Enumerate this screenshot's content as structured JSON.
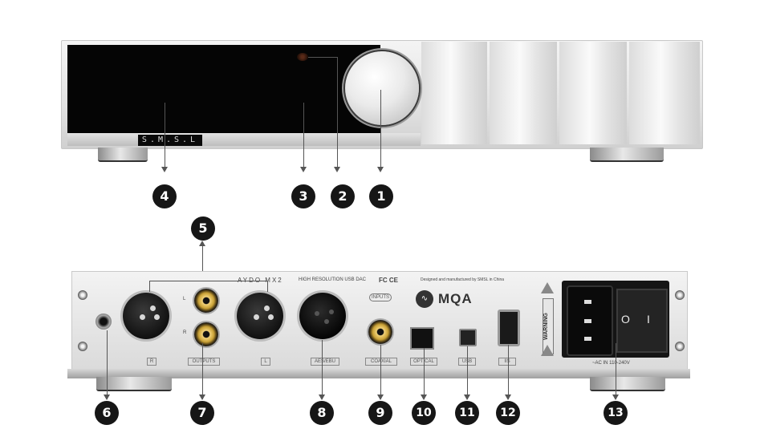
{
  "front": {
    "logo": "S.M.S.L"
  },
  "rear": {
    "model_text": "AYDO MX2",
    "subtitle": "HIGH RESOLUTION USB DAC",
    "certifications": "FC CE",
    "designed_text": "Designed and manufactured by SMSL in China",
    "inputs_label": "INPUTS",
    "mqa_label": "MQA",
    "label_r": "R",
    "label_l": "L",
    "label_outputs": "OUTPUTS",
    "label_aes": "AES/EBU",
    "label_coaxial": "COAXIAL",
    "label_optical": "OPTICAL",
    "label_usb": "USB",
    "label_iis": "IIS",
    "rca_r": "R",
    "rca_l": "L",
    "warning": "WARNING",
    "ac_label": "~AC IN 110-240V",
    "switch_off": "O",
    "switch_on": "I"
  },
  "callouts": {
    "n1": "1",
    "n2": "2",
    "n3": "3",
    "n4": "4",
    "n5": "5",
    "n6": "6",
    "n7": "7",
    "n8": "8",
    "n9": "9",
    "n10": "10",
    "n11": "11",
    "n12": "12",
    "n13": "13"
  }
}
